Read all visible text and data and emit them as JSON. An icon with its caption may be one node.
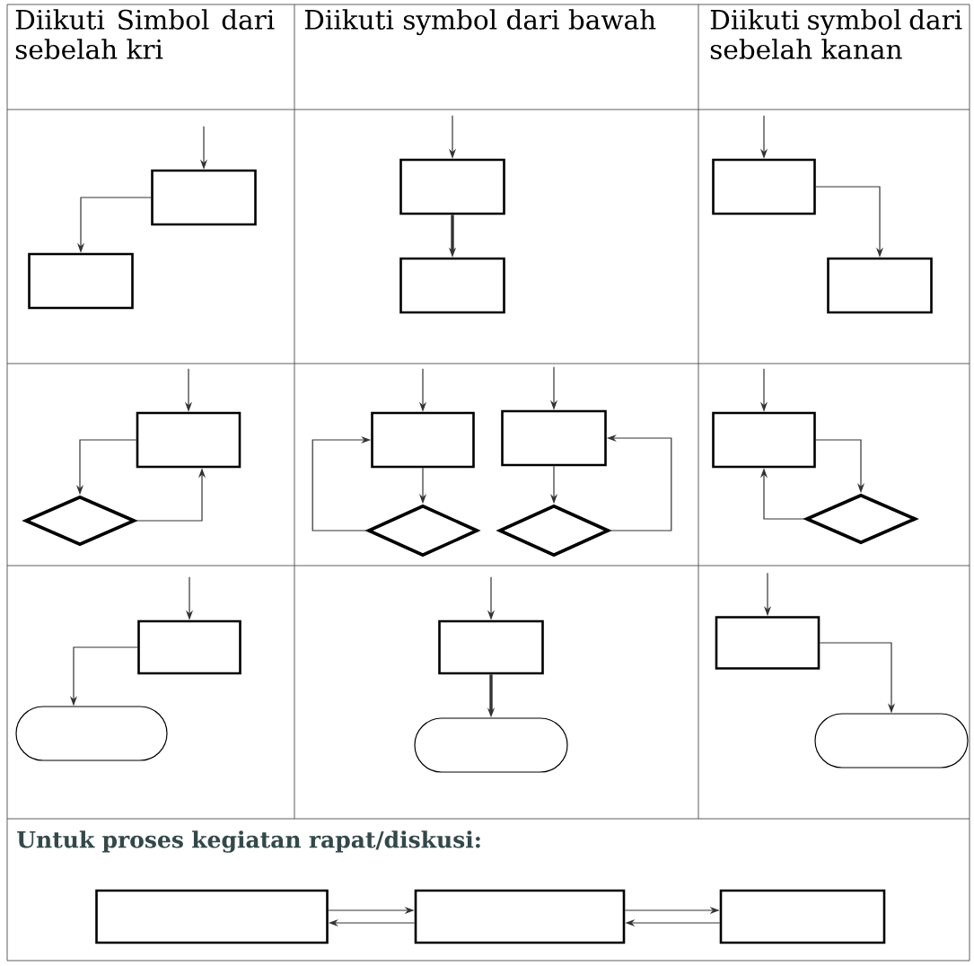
{
  "diagram": {
    "nodes": [
      {
        "text": [],
        "shape": "box"
      },
      {
        "text": [],
        "shape": "box"
      },
      {
        "text": [],
        "shape": "box"
      },
      {
        "text": [],
        "shape": "box"
      },
      {
        "text": [],
        "shape": "box"
      },
      {
        "text": [],
        "shape": "box"
      },
      {
        "text": [],
        "shape": "box"
      },
      {
        "text": [],
        "shape": "diamond"
      },
      {
        "text": [],
        "shape": "box"
      },
      {
        "text": [],
        "shape": "box"
      },
      {
        "text": [],
        "shape": "diamond"
      },
      {
        "text": [],
        "shape": "diamond"
      },
      {
        "text": [],
        "shape": "box"
      },
      {
        "text": [],
        "shape": "diamond"
      },
      {
        "text": [],
        "shape": "box"
      },
      {
        "text": [],
        "shape": "capsule"
      },
      {
        "text": [],
        "shape": "box"
      },
      {
        "text": [],
        "shape": "capsule"
      },
      {
        "text": [],
        "shape": "box"
      },
      {
        "text": [],
        "shape": "capsule"
      },
      {
        "text": [],
        "shape": "box"
      },
      {
        "text": [],
        "shape": "box"
      },
      {
        "text": [],
        "shape": "box"
      }
    ],
    "edges": [
      {
        "from": null,
        "to": 0,
        "arrow": "to"
      },
      {
        "from": 0,
        "to": 1,
        "arrow": "to"
      },
      {
        "from": null,
        "to": 2,
        "arrow": "to"
      },
      {
        "from": 2,
        "to": 3,
        "arrow": "to",
        "style": "thick"
      },
      {
        "from": null,
        "to": 4,
        "arrow": "to"
      },
      {
        "from": 4,
        "to": 5,
        "arrow": "to"
      },
      {
        "from": null,
        "to": 6,
        "arrow": "to"
      },
      {
        "from": 6,
        "to": 7,
        "arrow": "to"
      },
      {
        "from": 7,
        "to": 6,
        "arrow": "to"
      },
      {
        "from": null,
        "to": 8,
        "arrow": "to"
      },
      {
        "from": null,
        "to": 9,
        "arrow": "to"
      },
      {
        "from": 8,
        "to": 10,
        "arrow": "to"
      },
      {
        "from": 9,
        "to": 11,
        "arrow": "to"
      },
      {
        "from": 10,
        "to": 8,
        "arrow": "to"
      },
      {
        "from": 11,
        "to": 9,
        "arrow": "to"
      },
      {
        "from": null,
        "to": 12,
        "arrow": "to"
      },
      {
        "from": 12,
        "to": 13,
        "arrow": "to"
      },
      {
        "from": 13,
        "to": 12,
        "arrow": "to"
      },
      {
        "from": null,
        "to": 14,
        "arrow": "to"
      },
      {
        "from": 14,
        "to": 15,
        "arrow": "to"
      },
      {
        "from": null,
        "to": 16,
        "arrow": "to"
      },
      {
        "from": 16,
        "to": 17,
        "arrow": "to",
        "style": "thick"
      },
      {
        "from": null,
        "to": 18,
        "arrow": "to"
      },
      {
        "from": 18,
        "to": 19,
        "arrow": "to"
      },
      {
        "from": 20,
        "to": 21,
        "arrow": "to"
      },
      {
        "from": 21,
        "to": 20,
        "arrow": "to"
      },
      {
        "from": 21,
        "to": 22,
        "arrow": "to"
      },
      {
        "from": 22,
        "to": 21,
        "arrow": "to"
      }
    ],
    "labels": [
      "Diikuti Simbol dari sebelah kri",
      "Diikuti symbol dari bawah",
      "Diikuti symbol dari sebelah kanan",
      "Untuk proses kegiatan rapat/diskusi:"
    ]
  }
}
